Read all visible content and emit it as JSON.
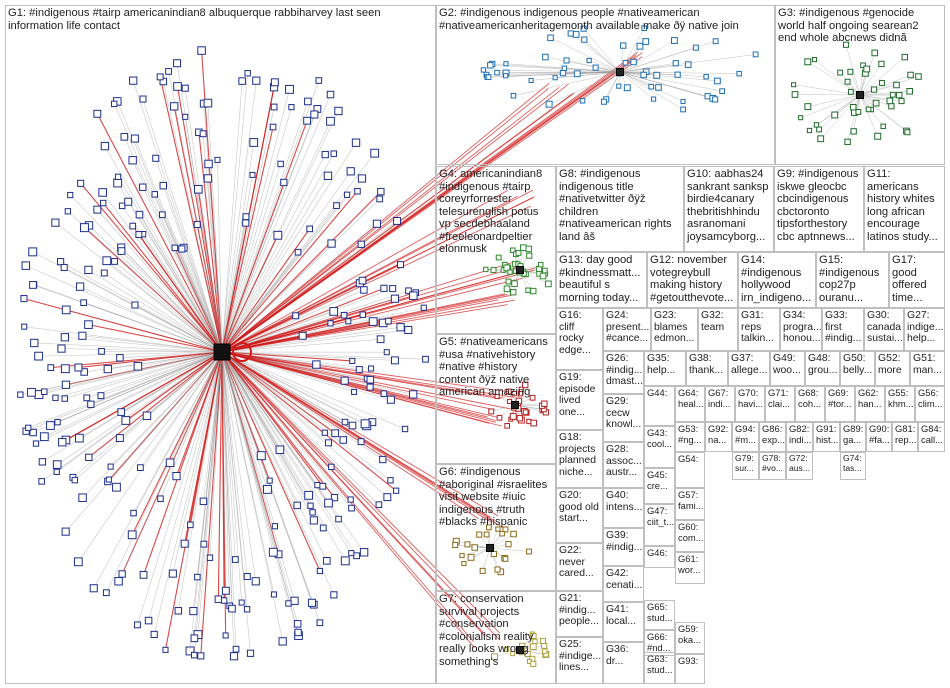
{
  "groups": [
    {
      "id": "g1",
      "text": "G1: #indigenous #tairp americanindian8 albuquerque rabbiharvey last seen\ninformation life contact"
    },
    {
      "id": "g2",
      "text": "G2: #indigenous indigenous people #nativeamerican\n#nativeamericanheritagemonth available make ðÿ native join"
    },
    {
      "id": "g3",
      "text": "G3: #indigenous #genocide\nworld half ongoing searean2\nend whole abcnews didnã"
    },
    {
      "id": "g4",
      "text": "G4: americanindian8\n#indigenous #tairp\ncoreyrforrester\ntelesurenglish potus\nvp secdebhaaland\n#freeleonardpeltier\nelonmusk"
    },
    {
      "id": "g5",
      "text": "G5: #nativeamericans\n#usa #nativehistory\n#native #history\ncontent ðÿž native\namerican amazing"
    },
    {
      "id": "g6",
      "text": "G6: #indigenous\n#aboriginal #israelites\nvisit website #iuic\nindigenous #truth\n#blacks #hispanic"
    },
    {
      "id": "g7",
      "text": "G7: conservation\nsurvival projects\n#conservation\n#colonialism reality\nreally looks wrong\nsomething's"
    },
    {
      "id": "g8",
      "text": "G8: #indigenous\nindigenous title\n#nativetwitter ðÿž\nchildren\n#nativeamerican rights\nland âš"
    },
    {
      "id": "g9",
      "text": "G9: #indigenous\niskwe gleocbc\ncbcindigenous\ncbctoronto\ntipsforthestory\ncbc aptnnews..."
    },
    {
      "id": "g10",
      "text": "G10: aabhas24\nsankrant sanksp\nbirdie4canary\nthebritishhindu\nasranomani\njoysamcyborg..."
    },
    {
      "id": "g11",
      "text": "G11:\namericans\nhistory whites\nlong african\nencourage\nlatinos study..."
    },
    {
      "id": "g12",
      "text": "G12: november\nvotegreybull\nmaking history\n#getoutthevote..."
    },
    {
      "id": "g13",
      "text": "G13: day good\n#kindnessmatt...\nbeautiful s\nmorning today..."
    },
    {
      "id": "g14",
      "text": "G14:\n#indigenous\nhollywood\nirn_indigeno..."
    },
    {
      "id": "g15",
      "text": "G15:\n#indigenous\ncop27p\nouranu..."
    },
    {
      "id": "g17",
      "text": "G17:\ngood\noffered\ntime..."
    },
    {
      "id": "g16",
      "text": "G16:\ncliff\nrocky\nedge..."
    },
    {
      "id": "g24",
      "text": "G24:\npresent...\n#cance..."
    },
    {
      "id": "g23",
      "text": "G23:\nblames\nedmon..."
    },
    {
      "id": "g32",
      "text": "G32:\nteam"
    },
    {
      "id": "g31",
      "text": "G31:\nreps\ntalkin..."
    },
    {
      "id": "g34",
      "text": "G34:\nprogra...\nhonou..."
    },
    {
      "id": "g33",
      "text": "G33:\nfirst\n#indig..."
    },
    {
      "id": "g30",
      "text": "G30:\ncanada\nsustai..."
    },
    {
      "id": "g27",
      "text": "G27:\nindige...\nhelp..."
    },
    {
      "id": "g19",
      "text": "G19:\nepisode\nlived\none..."
    },
    {
      "id": "g26",
      "text": "G26:\n#indig...\ndmast..."
    },
    {
      "id": "g35",
      "text": "G35:\nhelp..."
    },
    {
      "id": "g38",
      "text": "G38:\nthank..."
    },
    {
      "id": "g37",
      "text": "G37:\nallege..."
    },
    {
      "id": "g49",
      "text": "G49:\nwoo..."
    },
    {
      "id": "g48",
      "text": "G48:\ngrou..."
    },
    {
      "id": "g50",
      "text": "G50:\nbelly..."
    },
    {
      "id": "g52",
      "text": "G52:\nmore"
    },
    {
      "id": "g51",
      "text": "G51:\nman..."
    },
    {
      "id": "g18",
      "text": "G18:\nprojects\nplanned\nniche..."
    },
    {
      "id": "g29",
      "text": "G29:\ncecw\nknowl..."
    },
    {
      "id": "g28",
      "text": "G28:\nassoc...\naustr..."
    },
    {
      "id": "g44",
      "text": "G44:"
    },
    {
      "id": "g64",
      "text": "G64:\nheal..."
    },
    {
      "id": "g67",
      "text": "G67:\nindi..."
    },
    {
      "id": "g70",
      "text": "G70:\nhavi..."
    },
    {
      "id": "g71",
      "text": "G71:\nclai..."
    },
    {
      "id": "g68",
      "text": "G68:\ncoh..."
    },
    {
      "id": "g69",
      "text": "G69:\n#tor..."
    },
    {
      "id": "g62",
      "text": "G62:\nhan..."
    },
    {
      "id": "g55",
      "text": "G55:\nkhm..."
    },
    {
      "id": "g56",
      "text": "G56:\nclim..."
    },
    {
      "id": "g43",
      "text": "G43:\ncool..."
    },
    {
      "id": "g53",
      "text": "G53:\n#ng..."
    },
    {
      "id": "g92",
      "text": "G92:\nna..."
    },
    {
      "id": "g94",
      "text": "G94:\n#m..."
    },
    {
      "id": "g86",
      "text": "G86:\nexp..."
    },
    {
      "id": "g82",
      "text": "G82:\nindi..."
    },
    {
      "id": "g91",
      "text": "G91:\nhist..."
    },
    {
      "id": "g89",
      "text": "G89:\nga..."
    },
    {
      "id": "g90",
      "text": "G90:\n#fa..."
    },
    {
      "id": "g81",
      "text": "G81:\nrep..."
    },
    {
      "id": "g84",
      "text": "G84:\ncall..."
    },
    {
      "id": "g20",
      "text": "G20:\ngood old\nstart..."
    },
    {
      "id": "g40",
      "text": "G40:\nintens..."
    },
    {
      "id": "g45",
      "text": "G45:\ncre..."
    },
    {
      "id": "g54",
      "text": "G54:"
    },
    {
      "id": "g79",
      "text": "G79:\nsur..."
    },
    {
      "id": "g78",
      "text": "G78:\n#vo..."
    },
    {
      "id": "g72",
      "text": "G72:\naus..."
    },
    {
      "id": "g74",
      "text": "G74:\ntas..."
    },
    {
      "id": "g39",
      "text": "G39:\n#indig..."
    },
    {
      "id": "g47",
      "text": "G47:\nciit_t..."
    },
    {
      "id": "g57",
      "text": "G57:\nfami..."
    },
    {
      "id": "g60",
      "text": "G60:\ncom..."
    },
    {
      "id": "g22",
      "text": "G22:\nnever\ncared..."
    },
    {
      "id": "g46",
      "text": "G46:"
    },
    {
      "id": "g61",
      "text": "G61:\nwor..."
    },
    {
      "id": "g42",
      "text": "G42:\ncenati..."
    },
    {
      "id": "g21",
      "text": "G21:\n#indig...\npeople..."
    },
    {
      "id": "g41",
      "text": "G41:\nlocal..."
    },
    {
      "id": "g65",
      "text": "G65:\nstud..."
    },
    {
      "id": "g66",
      "text": "G66:\n#nd..."
    },
    {
      "id": "g25",
      "text": "G25:\n#indige...\nlines..."
    },
    {
      "id": "g36",
      "text": "G36:\ndr..."
    },
    {
      "id": "g59",
      "text": "G59:\noka..."
    },
    {
      "id": "g63",
      "text": "G63:\nstud..."
    },
    {
      "id": "g93",
      "text": "G93:"
    }
  ],
  "colors": {
    "edge_gray": "#9a9a9a",
    "edge_red": "#d11a1a",
    "node_blue": "#1c2f8c",
    "node_fill": "#ffffff",
    "panel_border": "#bfbfbf",
    "label_text": "#222222"
  }
}
